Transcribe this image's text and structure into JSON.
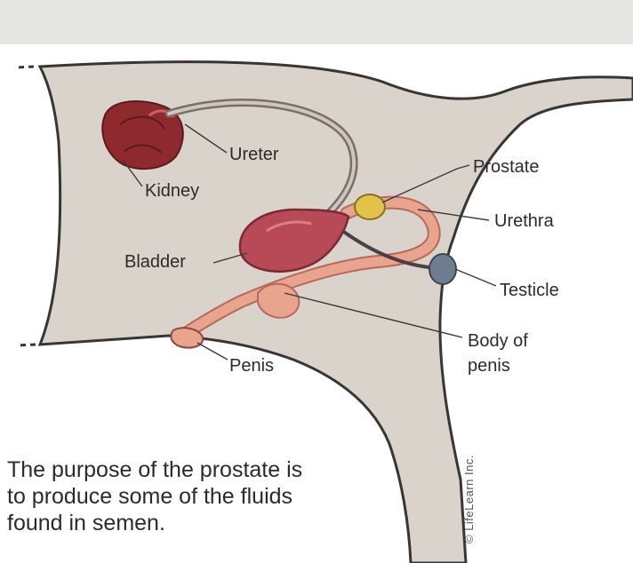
{
  "labels": {
    "ureter": "Ureter",
    "kidney": "Kidney",
    "bladder": "Bladder",
    "prostate": "Prostate",
    "urethra": "Urethra",
    "testicle": "Testicle",
    "body_of_penis_line1": "Body of",
    "body_of_penis_line2": "penis",
    "penis": "Penis"
  },
  "caption": {
    "line1": "The purpose of the prostate is",
    "line2": "to produce some of the fluids",
    "line3": "found in semen."
  },
  "credit": "© LifeLearn Inc.",
  "colors": {
    "body_fill": "#d9d3cb",
    "outline": "#3a3533",
    "kidney": "#8e2a2e",
    "bladder": "#b84a58",
    "prostate": "#e3c24a",
    "urethra": "#e8a48c",
    "testicle": "#6f7d90",
    "background_band": "#e6e6e2"
  }
}
